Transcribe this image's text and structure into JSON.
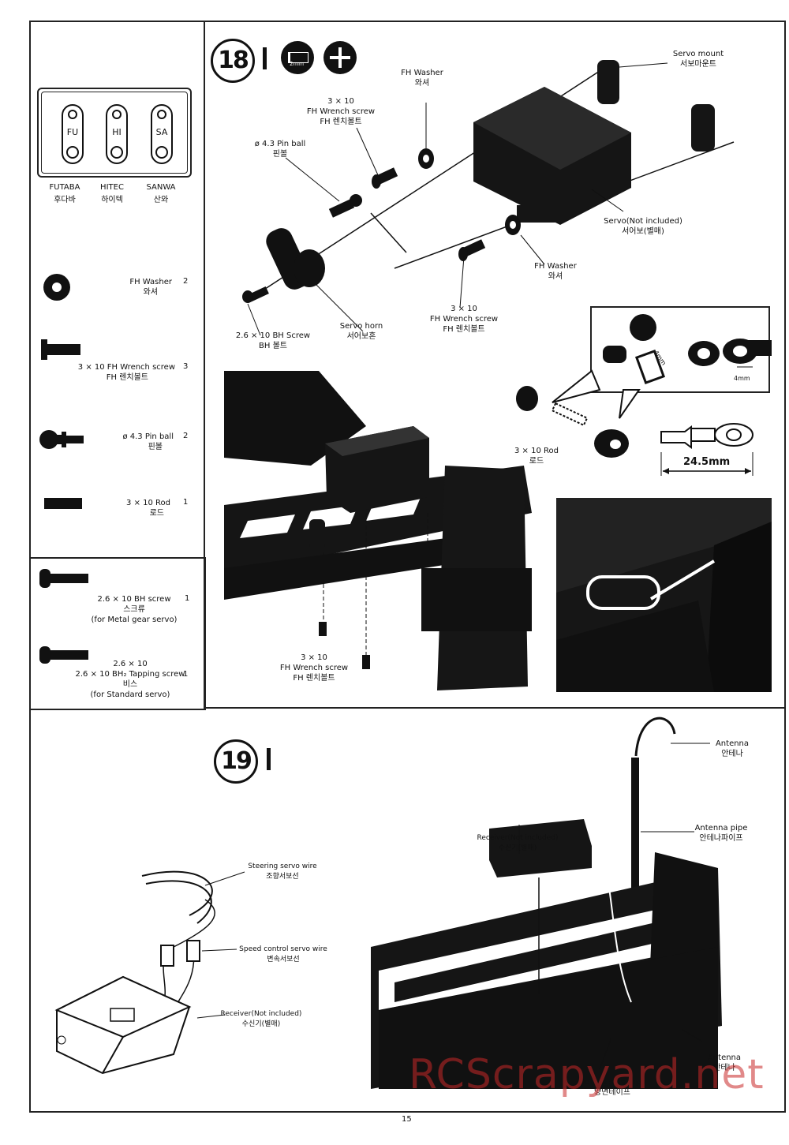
{
  "brand_chart": {
    "horns": [
      "FU",
      "HI",
      "SA"
    ],
    "brands": [
      {
        "name": "FUTABA",
        "kr": "후다바"
      },
      {
        "name": "HITEC",
        "kr": "하이텍"
      },
      {
        "name": "SANWA",
        "kr": "산와"
      }
    ]
  },
  "parts": [
    {
      "name": "FH Washer",
      "kr": "와셔",
      "qty": "2"
    },
    {
      "name": "3 × 10 FH Wrench screw",
      "kr": "FH 렌치볼트",
      "qty": "3"
    },
    {
      "name": "ø 4.3 Pin ball",
      "kr": "핀볼",
      "qty": "2"
    },
    {
      "name": "3 × 10 Rod",
      "kr": "로드",
      "qty": "1"
    }
  ],
  "optional_parts": [
    {
      "name": "2.6 × 10 BH screw",
      "kr": "스크류",
      "note": "(for Metal gear servo)",
      "qty": "1"
    },
    {
      "name": "2.6 × 10 BH₂ Tapping screw",
      "kr": "비스",
      "note": "(for Standard servo)",
      "qty": "1"
    }
  ],
  "step18": {
    "number": "18",
    "tool_label": "2mm",
    "labels": {
      "servo_mount": {
        "en": "Servo mount",
        "kr": "서보마운트"
      },
      "fh_washer_top": {
        "en": "FH Washer",
        "kr": "와셔"
      },
      "wrench_top": {
        "l1": "3 × 10",
        "l2": "FH Wrench screw",
        "l3": "FH 렌치볼트"
      },
      "pin_ball": {
        "l1": "ø 4.3 Pin ball",
        "l2": "핀볼"
      },
      "servo": {
        "en": "Servo(Not included)",
        "kr": "서어보(별매)"
      },
      "fh_washer_bottom": {
        "en": "FH Washer",
        "kr": "와셔"
      },
      "wrench_mid": {
        "l1": "3 × 10",
        "l2": "FH Wrench screw",
        "l3": "FH 렌치볼트"
      },
      "servo_horn": {
        "en": "Servo horn",
        "kr": "서어보혼"
      },
      "bh_screw": {
        "l1": "2.6 × 10 BH Screw",
        "l2": "BH 볼트"
      },
      "rod": {
        "l1": "3 × 10 Rod",
        "l2": "로드"
      },
      "rod_length": "24.5mm",
      "inset_dim1": "4mm",
      "inset_dim2": "4mm",
      "wrench_bottom": {
        "l1": "3 × 10",
        "l2": "FH Wrench screw",
        "l3": "FH 렌치볼트"
      }
    }
  },
  "step19": {
    "number": "19",
    "labels": {
      "steering_wire": {
        "en": "Steering servo wire",
        "kr": "조향서보선"
      },
      "speed_wire": {
        "en": "Speed control servo wire",
        "kr": "변속서보선"
      },
      "receiver_left": {
        "en": "Receiver(Not included)",
        "kr": "수신기(별매)"
      },
      "receiver_right": {
        "en": "Receiver(Not included)",
        "kr": "수신기(별매)"
      },
      "antenna_top": {
        "en": "Antenna",
        "kr": "안테나"
      },
      "antenna_pipe": {
        "en": "Antenna pipe",
        "kr": "안테나파이프"
      },
      "antenna_bottom": {
        "en": "Antenna",
        "kr": "안테나"
      },
      "tape": {
        "en": "Double side tape",
        "kr": "양면테이프"
      }
    }
  },
  "page_number": "15",
  "watermark": "RCScrapyard.net"
}
